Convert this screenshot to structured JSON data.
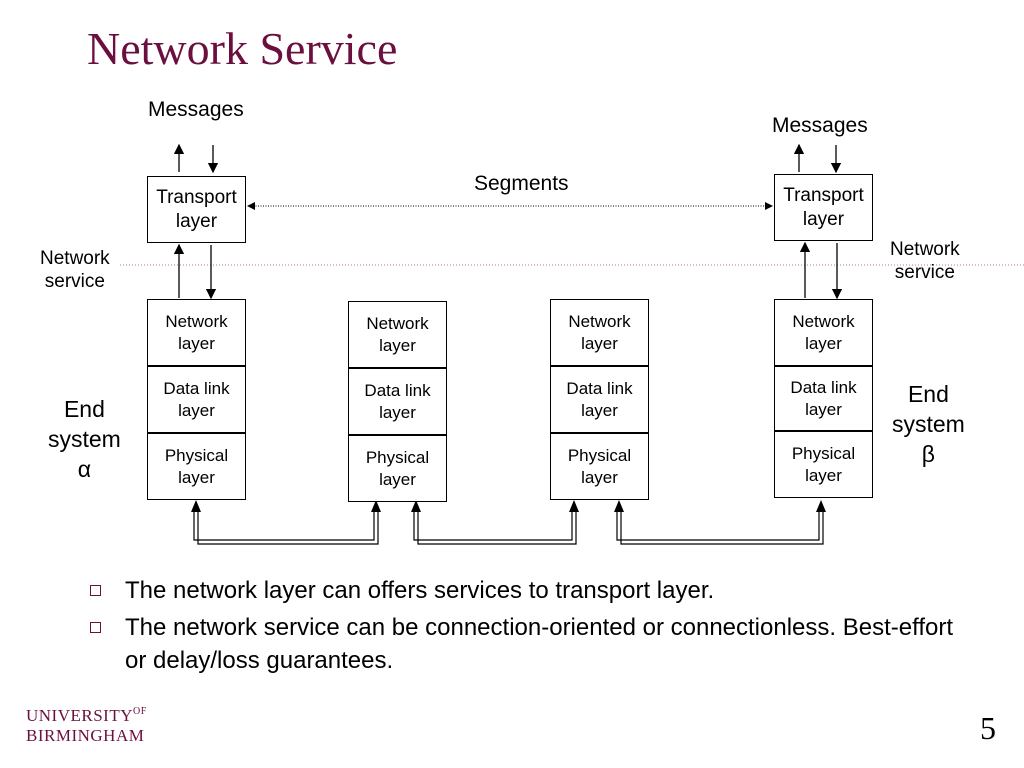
{
  "title": "Network Service",
  "labels": {
    "messages_left": "Messages",
    "messages_right": "Messages",
    "segments": "Segments",
    "network_service_left": [
      "Network",
      "service"
    ],
    "network_service_right": [
      "Network",
      "service"
    ],
    "end_system_alpha": [
      "End",
      "system",
      "α"
    ],
    "end_system_beta": [
      "End",
      "system",
      "β"
    ]
  },
  "end_system_left": {
    "transport": [
      "Transport",
      "layer"
    ],
    "network": [
      "Network",
      "layer"
    ],
    "datalink": [
      "Data link",
      "layer"
    ],
    "physical": [
      "Physical",
      "layer"
    ]
  },
  "router_1": {
    "network": [
      "Network",
      "layer"
    ],
    "datalink": [
      "Data link",
      "layer"
    ],
    "physical": [
      "Physical",
      "layer"
    ]
  },
  "router_2": {
    "network": [
      "Network",
      "layer"
    ],
    "datalink": [
      "Data link",
      "layer"
    ],
    "physical": [
      "Physical",
      "layer"
    ]
  },
  "end_system_right": {
    "transport": [
      "Transport",
      "layer"
    ],
    "network": [
      "Network",
      "layer"
    ],
    "datalink": [
      "Data link",
      "layer"
    ],
    "physical": [
      "Physical",
      "layer"
    ]
  },
  "bullets": [
    "The network layer can offers services to transport layer.",
    "The network service can be connection-oriented or connectionless. Best-effort or delay/loss guarantees."
  ],
  "logo": {
    "line1": "UNIVERSITY",
    "of": "OF",
    "line2": "BIRMINGHAM"
  },
  "page_number": "5"
}
